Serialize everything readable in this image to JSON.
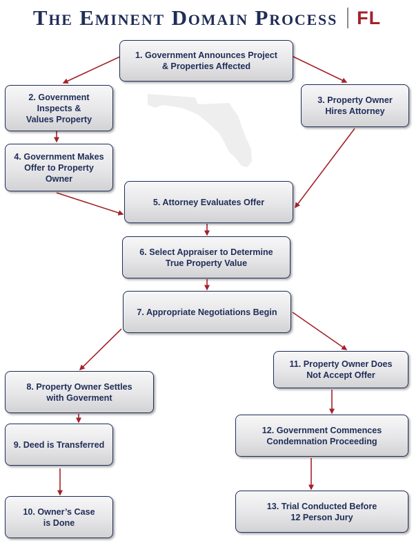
{
  "title": {
    "main": "The Eminent Domain Process",
    "suffix": "FL"
  },
  "colors": {
    "navy": "#1f2d57",
    "arrow": "#a3222a",
    "map": "#eeeeef"
  },
  "decorations": {
    "background_map": "florida-map-silhouette"
  },
  "steps": [
    {
      "id": "1",
      "text": "1. Government Announces Project\n& Properties Affected"
    },
    {
      "id": "2",
      "text": "2. Government\nInspects &\nValues Property"
    },
    {
      "id": "3",
      "text": "3. Property Owner\nHires Attorney"
    },
    {
      "id": "4",
      "text": "4. Government Makes\nOffer to Property\nOwner"
    },
    {
      "id": "5",
      "text": "5. Attorney Evaluates Offer"
    },
    {
      "id": "6",
      "text": "6. Select Appraiser to Determine\nTrue Property Value"
    },
    {
      "id": "7",
      "text": "7. Appropriate Negotiations Begin"
    },
    {
      "id": "8",
      "text": "8. Property Owner Settles\nwith Goverment"
    },
    {
      "id": "9",
      "text": "9. Deed is Transferred"
    },
    {
      "id": "10",
      "text": "10. Owner’s Case\nis Done"
    },
    {
      "id": "11",
      "text": "11. Property Owner Does\nNot Accept Offer"
    },
    {
      "id": "12",
      "text": "12. Government Commences\nCondemnation Proceeding"
    },
    {
      "id": "13",
      "text": "13. Trial Conducted Before\n12 Person Jury"
    }
  ],
  "flow": [
    [
      "1",
      "2"
    ],
    [
      "1",
      "3"
    ],
    [
      "2",
      "4"
    ],
    [
      "4",
      "5"
    ],
    [
      "3",
      "5"
    ],
    [
      "5",
      "6"
    ],
    [
      "6",
      "7"
    ],
    [
      "7",
      "8"
    ],
    [
      "7",
      "11"
    ],
    [
      "8",
      "9"
    ],
    [
      "9",
      "10"
    ],
    [
      "11",
      "12"
    ],
    [
      "12",
      "13"
    ]
  ]
}
